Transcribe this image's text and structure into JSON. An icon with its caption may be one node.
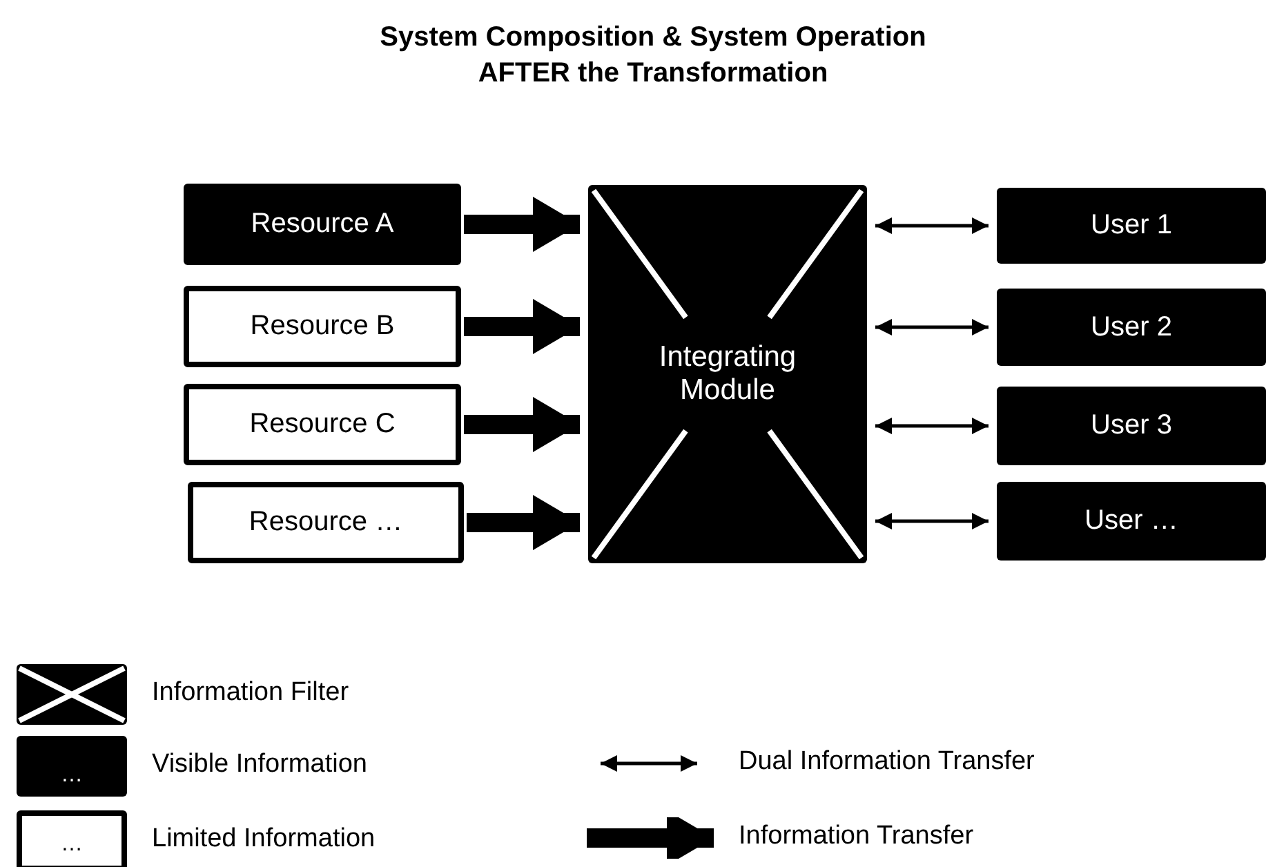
{
  "diagram": {
    "title": "System Composition & System Operation AFTER the Transformation",
    "nodes": [
      {
        "text": [
          "Resource A"
        ]
      },
      {
        "text": [
          "Resource B"
        ]
      },
      {
        "text": [
          "Resource C"
        ]
      },
      {
        "text": [
          "Resource …"
        ]
      },
      {
        "text": [
          "Integrating Module"
        ]
      },
      {
        "text": [
          "User 1"
        ]
      },
      {
        "text": [
          "User 2"
        ]
      },
      {
        "text": [
          "User 3"
        ]
      },
      {
        "text": [
          "User …"
        ]
      }
    ],
    "edges": [
      {
        "from": 0,
        "to": 4,
        "arrow": "to",
        "style": "thick"
      },
      {
        "from": 1,
        "to": 4,
        "arrow": "to",
        "style": "thick"
      },
      {
        "from": 2,
        "to": 4,
        "arrow": "to",
        "style": "thick"
      },
      {
        "from": 3,
        "to": 4,
        "arrow": "to",
        "style": "thick"
      },
      {
        "from": 4,
        "to": 5,
        "arrow": "both"
      },
      {
        "from": 4,
        "to": 6,
        "arrow": "both"
      },
      {
        "from": 4,
        "to": 7,
        "arrow": "both"
      },
      {
        "from": 4,
        "to": 8,
        "arrow": "both"
      }
    ],
    "labels": [
      "…",
      "…"
    ],
    "legend": [
      {
        "text": "Information Filter"
      },
      {
        "text": "Visible Information"
      },
      {
        "text": "Limited Information"
      },
      {
        "text": "Dual Information Transfer"
      },
      {
        "text": "Information Transfer"
      }
    ]
  }
}
